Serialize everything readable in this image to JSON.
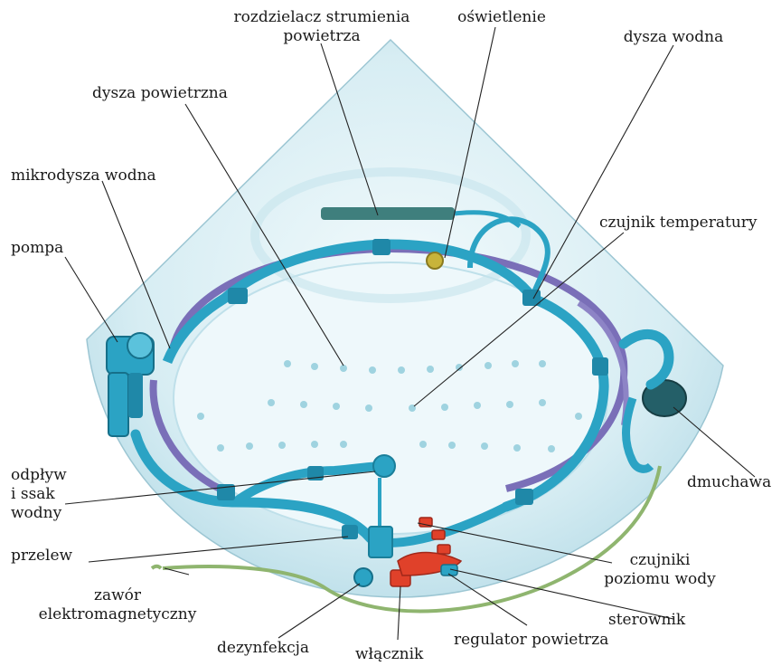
{
  "labels": {
    "rozdzielacz": "rozdzielacz strumienia\npowietrza",
    "oswietlenie": "oświetlenie",
    "dysza_wodna": "dysza wodna",
    "dysza_powietrzna": "dysza powietrzna",
    "mikrodysza_wodna": "mikrodysza wodna",
    "pompa": "pompa",
    "czujnik_temperatury": "czujnik temperatury",
    "odplyw": "odpływ\ni ssak\nwodny",
    "dmuchawa": "dmuchawa",
    "przelew": "przelew",
    "czujniki_poziomu": "czujniki\npoziomu wody",
    "zawor": "zawór\nelektromagnetyczny",
    "sterownik": "sterownik",
    "dezynfekcja": "dezynfekcja",
    "regulator": "regulator powietrza",
    "wlacznik": "włącznik"
  },
  "colors": {
    "pipe_blue": "#2ba3c4",
    "pipe_purple": "#7a6fb8",
    "hose_green": "#8fb56f",
    "controller_red": "#e0412a",
    "tub_glass": "#d7edf3"
  }
}
